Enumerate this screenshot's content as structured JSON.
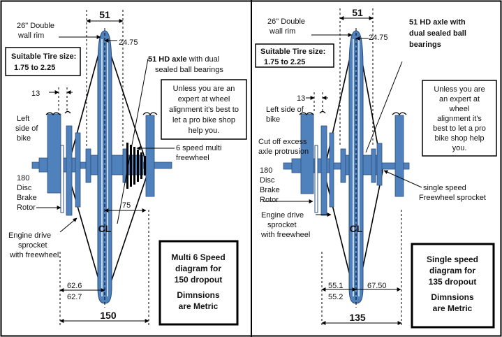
{
  "colors": {
    "hub_blue": "#4f81bd",
    "hub_stroke": "#2e4d7a",
    "line": "#000000",
    "border": "#000000",
    "background": "#ffffff"
  },
  "left": {
    "top_dim": "51",
    "rim_label": [
      "26\" Double",
      "wall rim"
    ],
    "dim_2475": "24.75",
    "tire_box": [
      "Suitable Tire  size:",
      "1.75 to 2.25"
    ],
    "axle_label": [
      "51 HD axle",
      " with dual",
      "sealed ball bearings"
    ],
    "expert_box": [
      "Unless you are an",
      "expert at wheel",
      "alignment it's best to",
      "let a pro bike shop",
      "help you."
    ],
    "dim_13": "13",
    "left_side": [
      "Left",
      "side of",
      "bike"
    ],
    "freewheel_label": [
      "6 speed multi",
      "freewheel"
    ],
    "rotor_label": [
      "180",
      "Disc",
      "Brake",
      "Rotor"
    ],
    "dim_75": "75",
    "engine_label": [
      "Engine drive",
      "sprocket",
      "with freewheel"
    ],
    "centerline": "CL",
    "diagram_box": [
      "Multi 6 Speed",
      "diagram for",
      "150 dropout",
      "Dimnsions",
      "are Metric"
    ],
    "dim_626": "62.6",
    "dim_627": "62.7",
    "bottom_dim": "150"
  },
  "right": {
    "top_dim": "51",
    "rim_label": [
      "26\" Double",
      "wall rim"
    ],
    "dim_2475": "24.75",
    "tire_box": [
      "Suitable Tire  size:",
      "1.75 to 2.25"
    ],
    "axle_label": [
      "51 HD axle with",
      "dual sealed ball",
      "bearings"
    ],
    "expert_box": [
      "Unless you are",
      "an expert at",
      "wheel",
      "alignment it's",
      "best to let a pro",
      "bike shop help",
      "you."
    ],
    "dim_13": "13",
    "left_side": [
      "Left side of",
      "bike"
    ],
    "cut_label": [
      "Cut off excess",
      "axle protrusion"
    ],
    "rotor_label": [
      "180",
      "Disc",
      "Brake",
      "Rotor"
    ],
    "sprocket_label": [
      "single speed",
      "Freewheel sprocket"
    ],
    "engine_label": [
      "Engine drive",
      "sprocket",
      "with freewheel"
    ],
    "centerline": "CL",
    "diagram_box": [
      "Single speed",
      "diagram for",
      "135 dropout",
      "Dimnsions",
      "are Metric"
    ],
    "dim_551": "55.1",
    "dim_552": "55.2",
    "dim_6750": "67.50",
    "bottom_dim": "135"
  }
}
